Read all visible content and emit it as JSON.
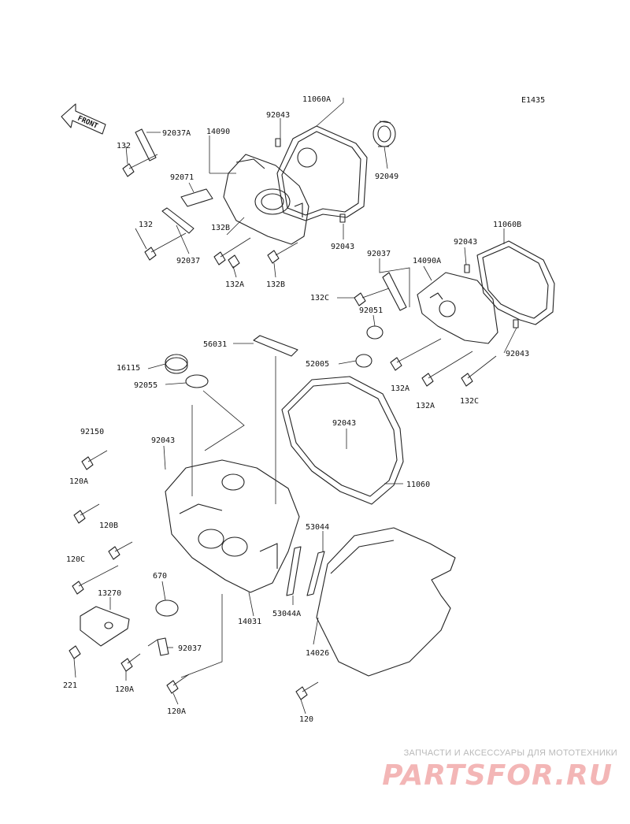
{
  "diagram": {
    "code": "E1435",
    "front_arrow_label": "FRONT",
    "labels": [
      {
        "id": "l1",
        "text": "11060A"
      },
      {
        "id": "l2",
        "text": "92043"
      },
      {
        "id": "l3",
        "text": "92037A"
      },
      {
        "id": "l4",
        "text": "14090"
      },
      {
        "id": "l5",
        "text": "132"
      },
      {
        "id": "l6",
        "text": "92049"
      },
      {
        "id": "l7",
        "text": "92071"
      },
      {
        "id": "l8",
        "text": "132"
      },
      {
        "id": "l9",
        "text": "132B"
      },
      {
        "id": "l10",
        "text": "92043"
      },
      {
        "id": "l11",
        "text": "92037"
      },
      {
        "id": "l12",
        "text": "132A"
      },
      {
        "id": "l13",
        "text": "132B"
      },
      {
        "id": "l14",
        "text": "11060B"
      },
      {
        "id": "l15",
        "text": "92043"
      },
      {
        "id": "l16",
        "text": "92037"
      },
      {
        "id": "l17",
        "text": "14090A"
      },
      {
        "id": "l18",
        "text": "132C"
      },
      {
        "id": "l19",
        "text": "92051"
      },
      {
        "id": "l20",
        "text": "56031"
      },
      {
        "id": "l21",
        "text": "92043"
      },
      {
        "id": "l22",
        "text": "16115"
      },
      {
        "id": "l23",
        "text": "52005"
      },
      {
        "id": "l24",
        "text": "92055"
      },
      {
        "id": "l25",
        "text": "132A"
      },
      {
        "id": "l26",
        "text": "132A"
      },
      {
        "id": "l27",
        "text": "132C"
      },
      {
        "id": "l28",
        "text": "92150"
      },
      {
        "id": "l29",
        "text": "92043"
      },
      {
        "id": "l30",
        "text": "92043"
      },
      {
        "id": "l31",
        "text": "120A"
      },
      {
        "id": "l32",
        "text": "11060"
      },
      {
        "id": "l33",
        "text": "120B"
      },
      {
        "id": "l34",
        "text": "53044"
      },
      {
        "id": "l35",
        "text": "120C"
      },
      {
        "id": "l36",
        "text": "670"
      },
      {
        "id": "l37",
        "text": "13270"
      },
      {
        "id": "l38",
        "text": "14031"
      },
      {
        "id": "l39",
        "text": "53044A"
      },
      {
        "id": "l40",
        "text": "92037"
      },
      {
        "id": "l41",
        "text": "14026"
      },
      {
        "id": "l42",
        "text": "221"
      },
      {
        "id": "l43",
        "text": "120A"
      },
      {
        "id": "l44",
        "text": "120A"
      },
      {
        "id": "l45",
        "text": "120"
      }
    ]
  },
  "watermark": {
    "caption": "ЗАПЧАСТИ И АКСЕССУАРЫ ДЛЯ МОТОТЕХНИКИ",
    "logo": "PARTSFOR.RU"
  }
}
